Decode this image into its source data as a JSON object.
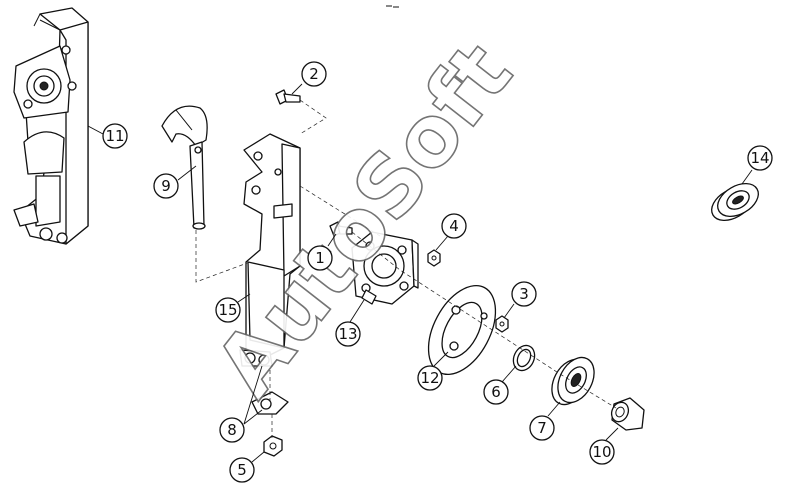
{
  "watermark": {
    "text": "AutoSoft"
  },
  "callouts": [
    {
      "id": "1",
      "label": "1"
    },
    {
      "id": "2",
      "label": "2"
    },
    {
      "id": "3",
      "label": "3"
    },
    {
      "id": "4",
      "label": "4"
    },
    {
      "id": "5",
      "label": "5"
    },
    {
      "id": "6",
      "label": "6"
    },
    {
      "id": "7",
      "label": "7"
    },
    {
      "id": "8",
      "label": "8"
    },
    {
      "id": "9",
      "label": "9"
    },
    {
      "id": "10",
      "label": "10"
    },
    {
      "id": "11",
      "label": "11"
    },
    {
      "id": "12",
      "label": "12"
    },
    {
      "id": "13",
      "label": "13"
    },
    {
      "id": "14",
      "label": "14"
    },
    {
      "id": "15",
      "label": "15"
    }
  ],
  "colors": {
    "line": "#111111",
    "background": "#ffffff",
    "watermark": "#666666"
  }
}
